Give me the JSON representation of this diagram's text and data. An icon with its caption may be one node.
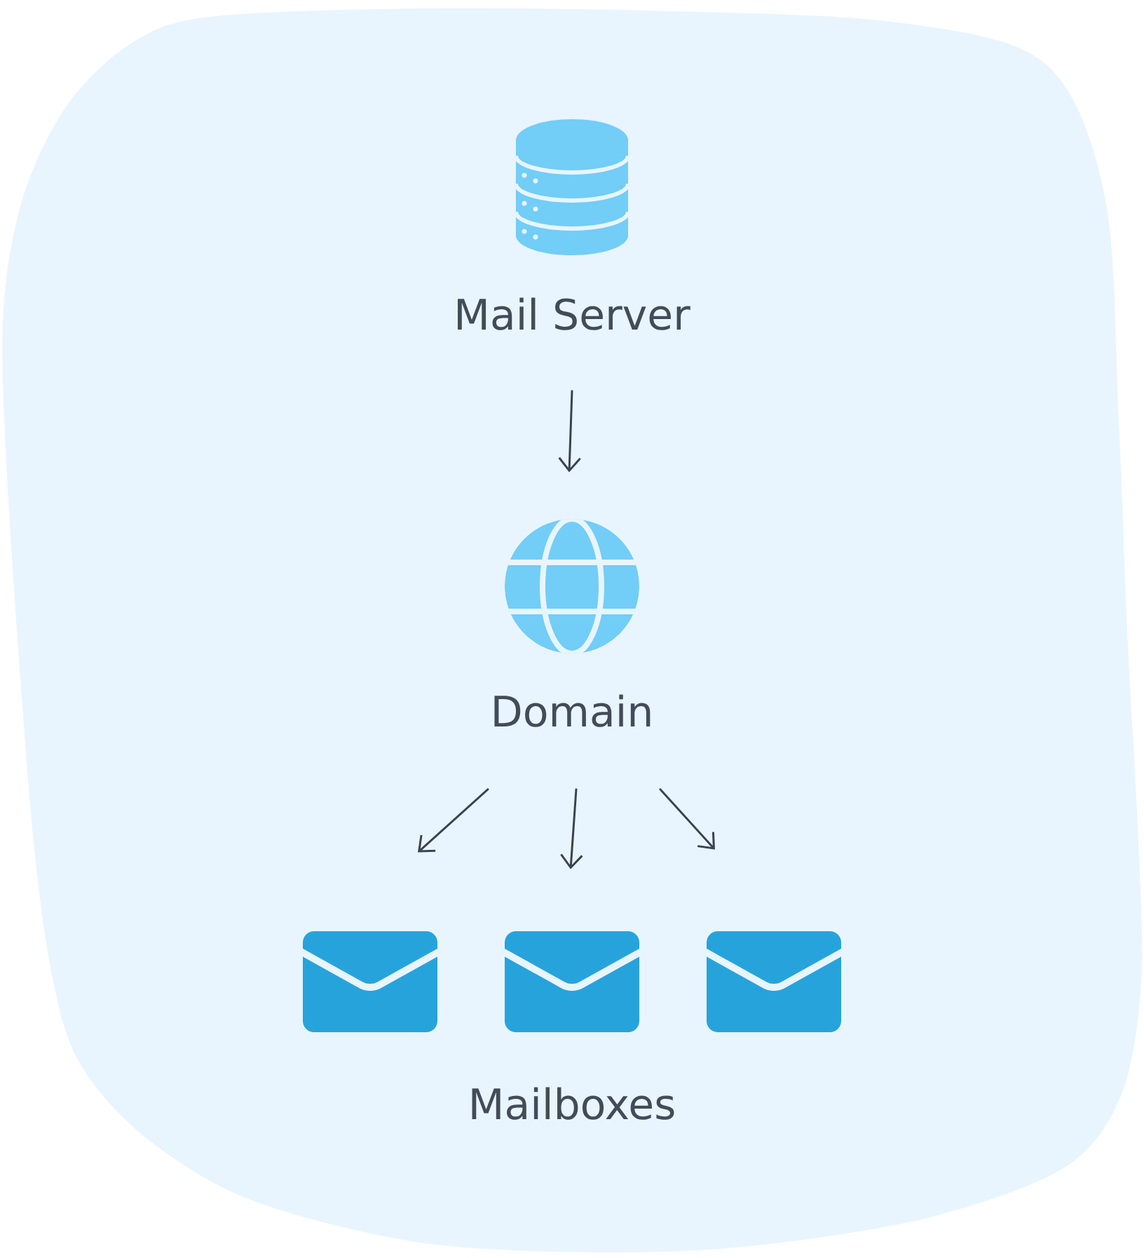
{
  "diagram": {
    "nodes": [
      {
        "text": [
          "Mail Server"
        ]
      },
      {
        "text": [
          "Domain"
        ]
      },
      {
        "text": [],
        "shape": "picture"
      },
      {
        "text": [],
        "shape": "picture"
      },
      {
        "text": [],
        "shape": "picture"
      }
    ],
    "edges": [
      {
        "from": 0,
        "to": 1,
        "arrow": "to"
      },
      {
        "from": 1,
        "to": 2,
        "arrow": "to"
      },
      {
        "from": 1,
        "to": 3,
        "arrow": "to"
      },
      {
        "from": 1,
        "to": 4,
        "arrow": "to"
      }
    ],
    "labels": [
      "Mailboxes"
    ]
  }
}
